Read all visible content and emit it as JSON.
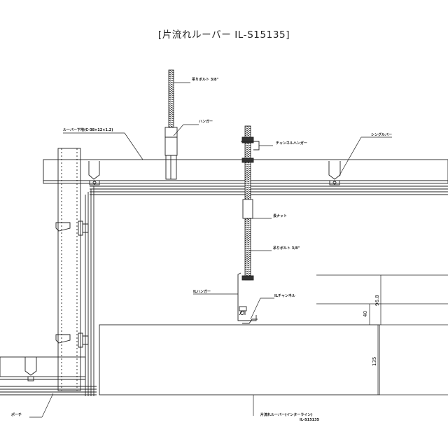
{
  "drawing": {
    "title": "[片流れルーバー IL-S15135]",
    "labels": {
      "suspension_bolt_top": "吊りボルト 3/8\"",
      "hanger": "ハンガー",
      "louver_base": "ルーバー下地(C-38×12×1.2)",
      "channel_hanger": "チャンネルハンガー",
      "single_bar": "シングルバー",
      "long_nut": "長ナット",
      "suspension_bolt_mid": "吊りボルト 3/8\"",
      "il_hanger": "ILハンガー",
      "il_channel": "ILチャンネル",
      "porch": "ポーチ",
      "louver_product": "片流れルーバー(インターライン)",
      "louver_code": "IL-S15135"
    },
    "dimensions": {
      "d96": "96.8",
      "d40": "40",
      "d135": "135"
    }
  }
}
